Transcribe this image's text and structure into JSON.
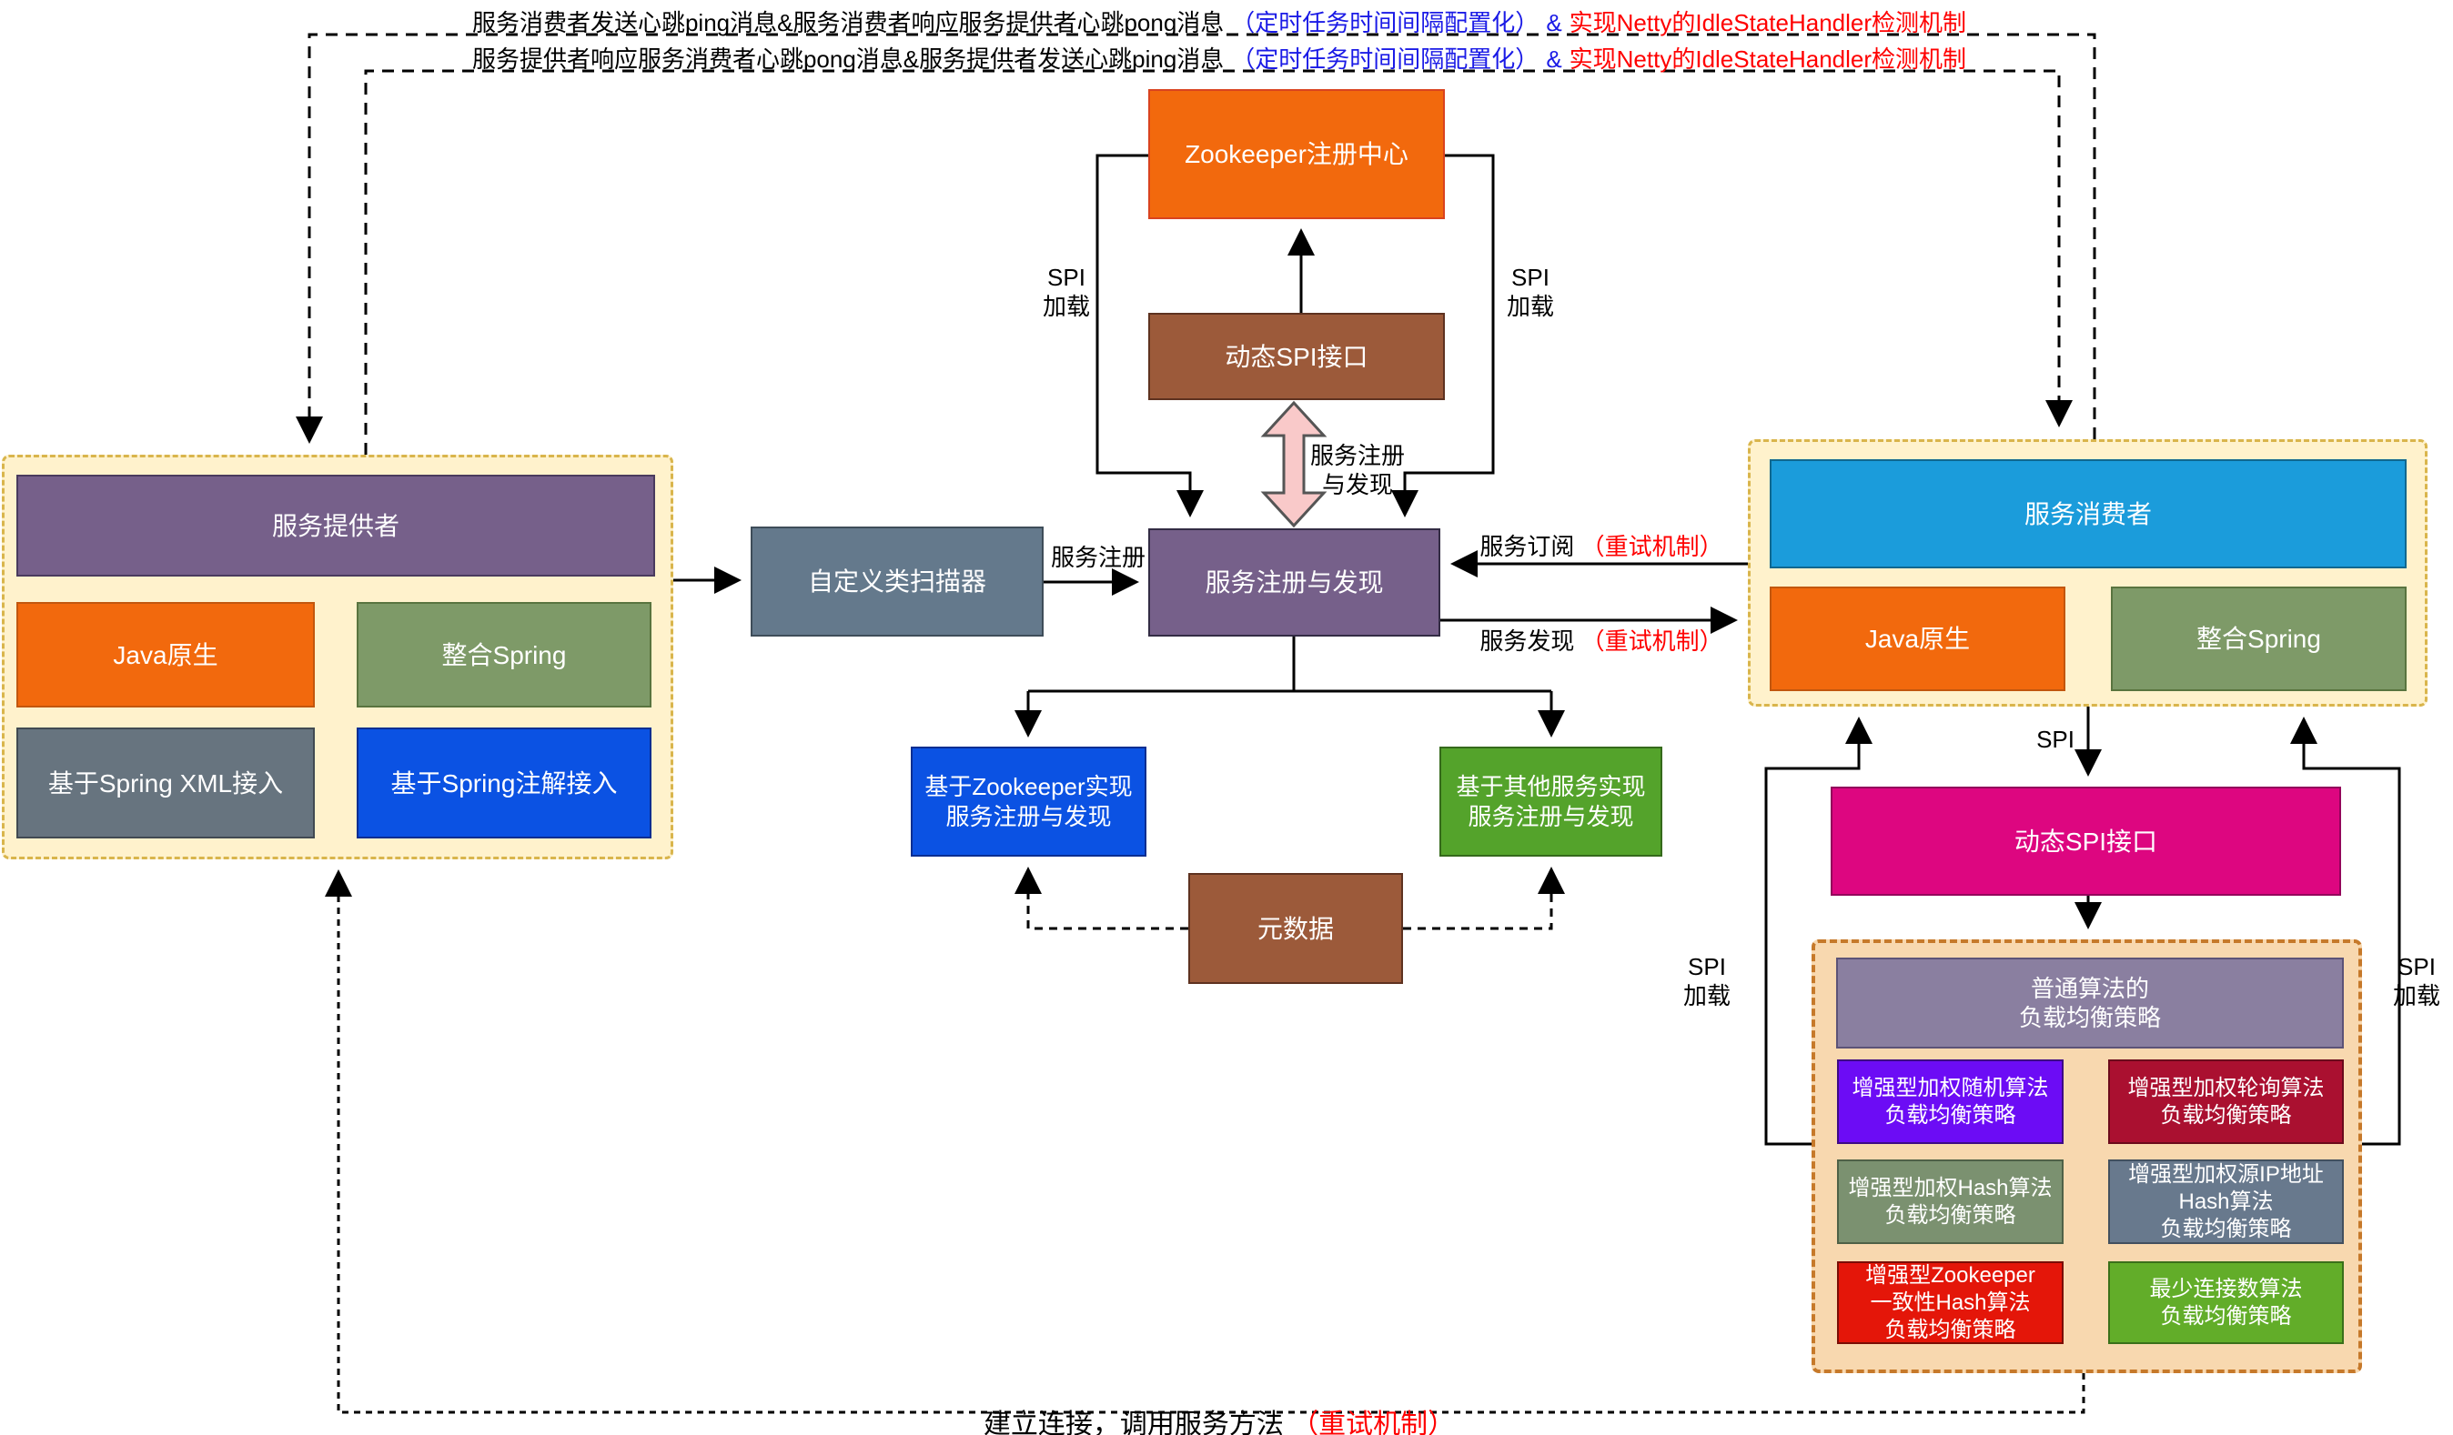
{
  "annotations": {
    "top_line1": {
      "black": "服务消费者发送心跳ping消息&服务消费者响应服务提供者心跳pong消息",
      "blue": "（定时任务时间间隔配置化）",
      "amp": "&",
      "red": "实现Netty的IdleStateHandler检测机制"
    },
    "top_line2": {
      "black": "服务提供者响应服务消费者心跳pong消息&服务提供者发送心跳ping消息",
      "blue": "（定时任务时间间隔配置化）",
      "amp": "&",
      "red": "实现Netty的IdleStateHandler检测机制"
    },
    "bottom": {
      "black": "建立连接，调用服务方法",
      "red": "（重试机制）"
    },
    "subscribe": {
      "black": "服务订阅",
      "red": "（重试机制）"
    },
    "discover": {
      "black": "服务发现",
      "red": "（重试机制）"
    },
    "service_register": "服务注册",
    "register_discover": "服务注册\n与发现",
    "spi": "SPI",
    "spi_load": "SPI\n加载"
  },
  "nodes": {
    "zookeeper": "Zookeeper注册中心",
    "dynamic_spi_top": "动态SPI接口",
    "scanner": "自定义类扫描器",
    "registry": "服务注册与发现",
    "zk_impl": "基于Zookeeper实现\n服务注册与发现",
    "other_impl": "基于其他服务实现\n服务注册与发现",
    "metadata": "元数据",
    "dynamic_spi_right": "动态SPI接口"
  },
  "provider_group": {
    "title": "服务提供者",
    "java": "Java原生",
    "spring": "整合Spring",
    "xml": "基于Spring XML接入",
    "annotation": "基于Spring注解接入"
  },
  "consumer_group": {
    "title": "服务消费者",
    "java": "Java原生",
    "spring": "整合Spring"
  },
  "lb_group": {
    "title": "普通算法的\n负载均衡策略",
    "random": "增强型加权随机算法\n负载均衡策略",
    "round_robin": "增强型加权轮询算法\n负载均衡策略",
    "hash": "增强型加权Hash算法\n负载均衡策略",
    "ip_hash": "增强型加权源IP地址\nHash算法\n负载均衡策略",
    "zk_hash": "增强型Zookeeper\n一致性Hash算法\n负载均衡策略",
    "least_conn": "最少连接数算法\n负载均衡策略"
  },
  "colors": {
    "group_bg": "#FFF2CC",
    "group_border": "#D9B54C",
    "lb_group_bg": "#F8D8AF",
    "lb_group_border": "#C6792A",
    "orange": "#F2690D",
    "purple": "#76608A",
    "lb_purple": "#8A7FA0",
    "green": "#7E9A68",
    "slate_gray": "#67747F",
    "bright_blue": "#0B52E3",
    "scanner_slate": "#64798C",
    "brown": "#9C5A3A",
    "consumer_blue": "#1B9CDB",
    "magenta": "#DD0680",
    "impl_green": "#54A32B",
    "violet": "#6C0CF5",
    "crimson": "#AA1030",
    "hash_green": "#7B9170",
    "ip_slate": "#68798D",
    "red_box": "#E41609",
    "least_green": "#62AD29",
    "pink_arrow": "#F9C9C9",
    "text_blue": "#1A1AE6",
    "text_red": "#FF0000",
    "line": "#000000"
  }
}
